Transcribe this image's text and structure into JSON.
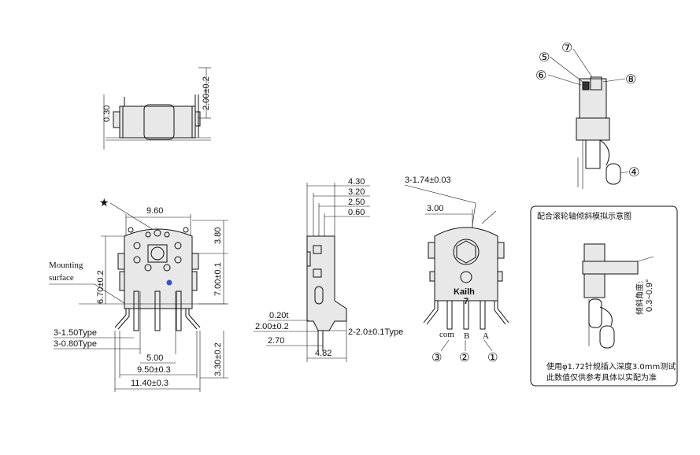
{
  "top_view": {
    "dim_height": "0.30",
    "dim_tab": "2.00±0.2"
  },
  "front_view": {
    "star": "★",
    "dim_width_top": "9.60",
    "dim_3_80": "3.80",
    "dim_6_70": "6.70±0.2",
    "dim_7_00": "7.00±0.1",
    "mounting_line1": "Mounting",
    "mounting_line2": "surface",
    "dim_1_50": "3-1.50Type",
    "dim_0_80": "3-0.80Type",
    "dim_5_00": "5.00",
    "dim_9_50": "9.50±0.3",
    "dim_11_40": "11.40±0.3",
    "dim_3_30": "3.30±0.2"
  },
  "side_view": {
    "dim_4_30": "4.30",
    "dim_3_20": "3.20",
    "dim_2_50": "2.50",
    "dim_0_60": "0.60",
    "dim_0_20t": "0.20t",
    "dim_2_00": "2.00±0.2",
    "dim_2_70": "2.70",
    "dim_4_82": "4.82",
    "dim_2_20": "2-2.0±0.1Type"
  },
  "back_view": {
    "dim_hex": "3-1.74±0.03",
    "dim_3_00": "3.00",
    "brand": "Kailh",
    "model": "7",
    "pin_com": "com",
    "pin_b": "B",
    "pin_a": "A",
    "circ_3": "③",
    "circ_2": "②",
    "circ_1": "①"
  },
  "detail_view": {
    "circ_5": "⑤",
    "circ_6": "⑥",
    "circ_7": "⑦",
    "circ_8": "⑧",
    "circ_4": "④"
  },
  "tilt_box": {
    "title": "配合滚轮轴倾斜模拟示意图",
    "angle_label": "倾斜角度:",
    "angle_value": "0.3~0.9°",
    "note_line1": "使用φ1.72针规插入深度3.0mm测试",
    "note_line2": "此数值仅供参考具体以实配为准"
  }
}
